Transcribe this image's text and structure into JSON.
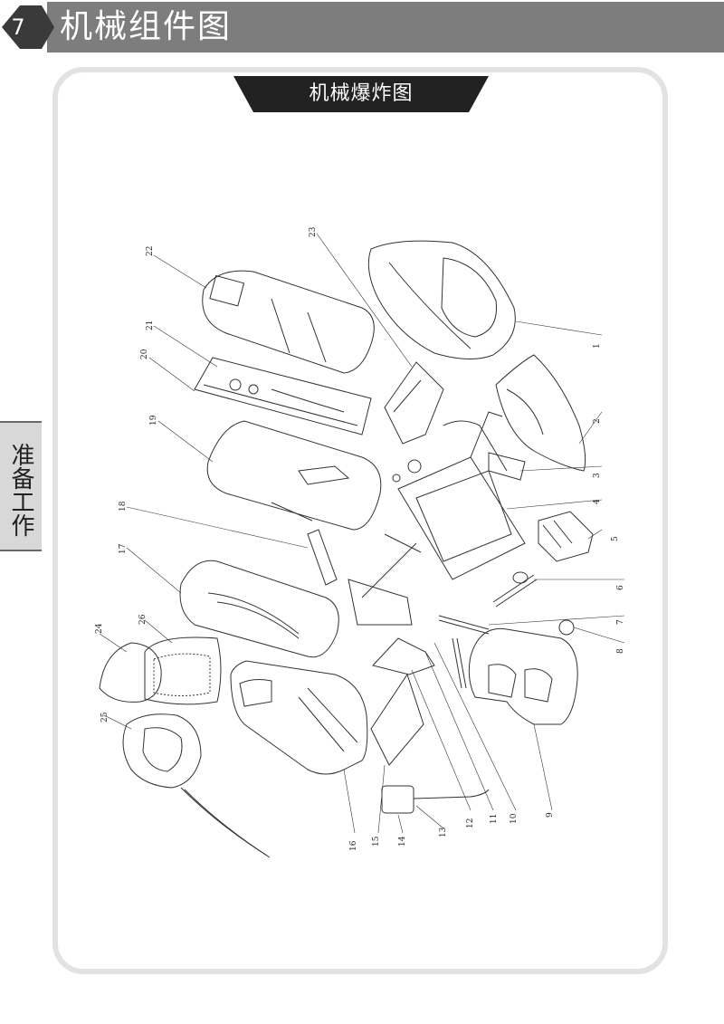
{
  "header": {
    "page_number": "7",
    "section_title": "机械组件图",
    "bar_color": "#7d7d7d",
    "num_badge_color": "#3a3a3a"
  },
  "side_tab": {
    "label": "准备工作"
  },
  "frame": {
    "title": "机械爆炸图",
    "title_bg_color": "#222222"
  },
  "diagram": {
    "callouts": [
      "1",
      "2",
      "3",
      "4",
      "5",
      "6",
      "7",
      "8",
      "9",
      "10",
      "11",
      "12",
      "13",
      "14",
      "15",
      "16",
      "17",
      "18",
      "19",
      "20",
      "21",
      "22",
      "23",
      "24",
      "25",
      "26"
    ]
  }
}
